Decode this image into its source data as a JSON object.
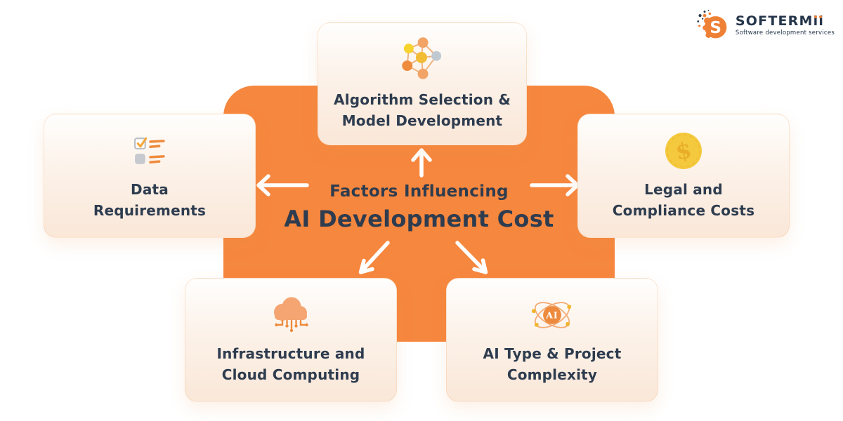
{
  "colors": {
    "accent_orange": "#F6873E",
    "text_navy": "#2E3C4F",
    "card_gradient_top": "#FFFEFD",
    "card_gradient_bottom": "#FAE7D8",
    "arrow_white": "#FFFFFF",
    "coin_gold": "#F5C93E",
    "icon_orange": "#ED8B3C",
    "icon_light_orange": "#F4A571",
    "icon_yellow": "#F6D32D",
    "icon_gray": "#BFC9D1",
    "logo_orange": "#EE8136",
    "logo_navy": "#25354A"
  },
  "logo": {
    "mark_letter": "S",
    "brand_main": "SOFTERM",
    "brand_ii": "ii",
    "tagline": "Software development services"
  },
  "center": {
    "line1": "Factors Influencing",
    "line2": "AI Development Cost"
  },
  "cards": [
    {
      "key": "algorithm-selection",
      "icon": "neural-network-icon",
      "line1": "Algorithm Selection &",
      "line2": "Model Development"
    },
    {
      "key": "data-requirements",
      "icon": "checklist-icon",
      "line1": "Data",
      "line2": "Requirements"
    },
    {
      "key": "legal-compliance",
      "icon": "dollar-coin-icon",
      "line1": "Legal and",
      "line2": "Compliance Costs"
    },
    {
      "key": "infrastructure-cloud",
      "icon": "cloud-circuit-icon",
      "line1": "Infrastructure and",
      "line2": "Cloud Computing"
    },
    {
      "key": "ai-type-complexity",
      "icon": "ai-atom-icon",
      "line1": "AI Type & Project",
      "line2": "Complexity"
    }
  ],
  "icons": {
    "ai_atom_label": "AI",
    "coin_symbol": "$"
  },
  "arrows": {
    "directions": [
      "up",
      "left",
      "right",
      "down-left",
      "down-right"
    ]
  }
}
